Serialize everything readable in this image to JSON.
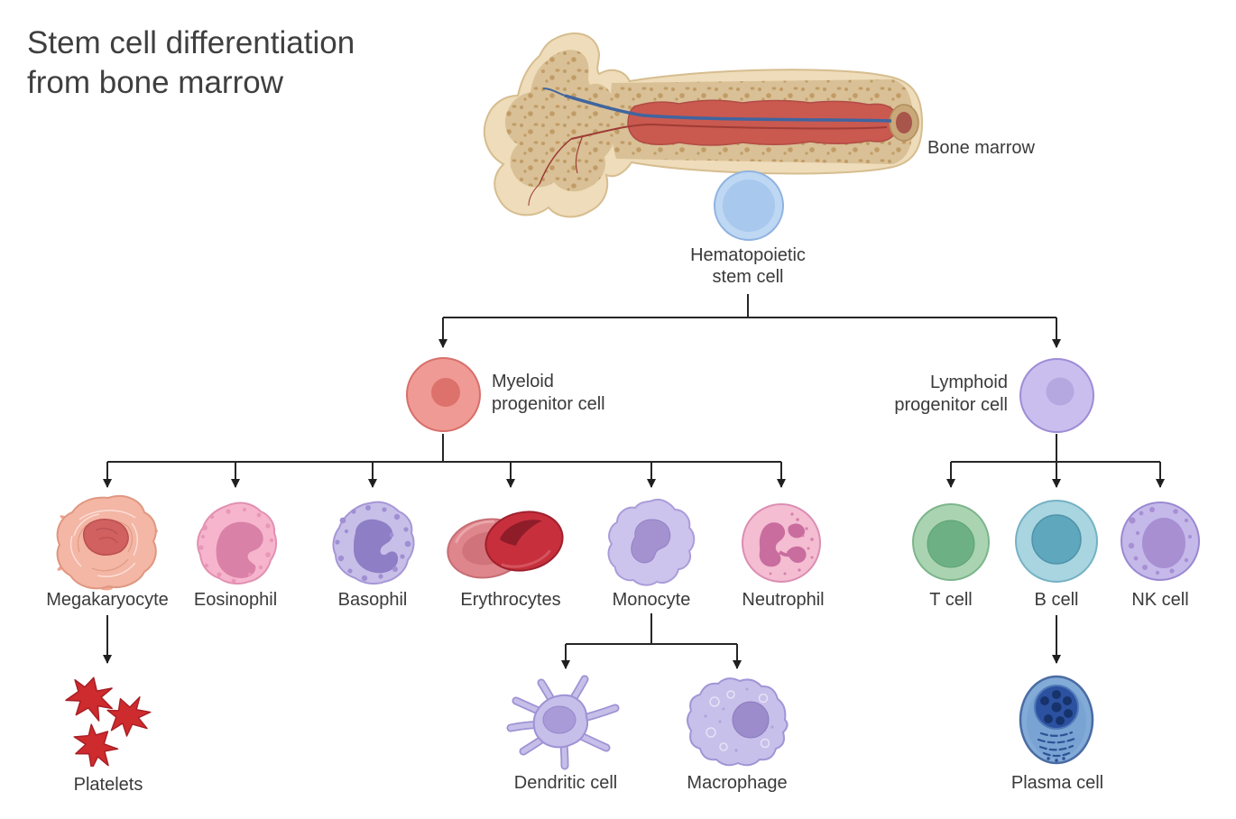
{
  "title": {
    "line1": "Stem cell differentiation",
    "line2": "from bone marrow"
  },
  "annotations": {
    "bone_marrow": "Bone marrow"
  },
  "nodes": {
    "hsc": {
      "line1": "Hematopoietic",
      "line2": "stem cell"
    },
    "myeloid": {
      "line1": "Myeloid",
      "line2": "progenitor cell"
    },
    "lymphoid": {
      "line1": "Lymphoid",
      "line2": "progenitor cell"
    },
    "megakaryocyte": "Megakaryocyte",
    "eosinophil": "Eosinophil",
    "basophil": "Basophil",
    "erythrocytes": "Erythrocytes",
    "monocyte": "Monocyte",
    "neutrophil": "Neutrophil",
    "t_cell": "T cell",
    "b_cell": "B cell",
    "nk_cell": "NK cell",
    "platelets": "Platelets",
    "dendritic_cell": "Dendritic cell",
    "macrophage": "Macrophage",
    "plasma_cell": "Plasma cell"
  },
  "edges": [
    [
      "Bone marrow",
      "Hematopoietic stem cell"
    ],
    [
      "Hematopoietic stem cell",
      "Myeloid progenitor cell"
    ],
    [
      "Hematopoietic stem cell",
      "Lymphoid progenitor cell"
    ],
    [
      "Myeloid progenitor cell",
      "Megakaryocyte"
    ],
    [
      "Myeloid progenitor cell",
      "Eosinophil"
    ],
    [
      "Myeloid progenitor cell",
      "Basophil"
    ],
    [
      "Myeloid progenitor cell",
      "Erythrocytes"
    ],
    [
      "Myeloid progenitor cell",
      "Monocyte"
    ],
    [
      "Myeloid progenitor cell",
      "Neutrophil"
    ],
    [
      "Megakaryocyte",
      "Platelets"
    ],
    [
      "Monocyte",
      "Dendritic cell"
    ],
    [
      "Monocyte",
      "Macrophage"
    ],
    [
      "Lymphoid progenitor cell",
      "T cell"
    ],
    [
      "Lymphoid progenitor cell",
      "B cell"
    ],
    [
      "Lymphoid progenitor cell",
      "NK cell"
    ],
    [
      "B cell",
      "Plasma cell"
    ]
  ],
  "colors": {
    "text": "#3e3e3e",
    "connector": "#262626",
    "hsc_fill": "#bed7f3",
    "myeloid_fill": "#f09a95",
    "lymphoid_fill": "#cabeee",
    "bone_cortex": "#eedcba",
    "bone_spongy": "#d9c096",
    "bone_marrow_red": "#ca5950",
    "erythrocyte_red": "#c72f3c",
    "platelet_red": "#ce2b2e",
    "t_cell_green": "#aad4b1",
    "b_cell_teal": "#a9d5e0",
    "plasma_blue": "#2c51a0"
  }
}
